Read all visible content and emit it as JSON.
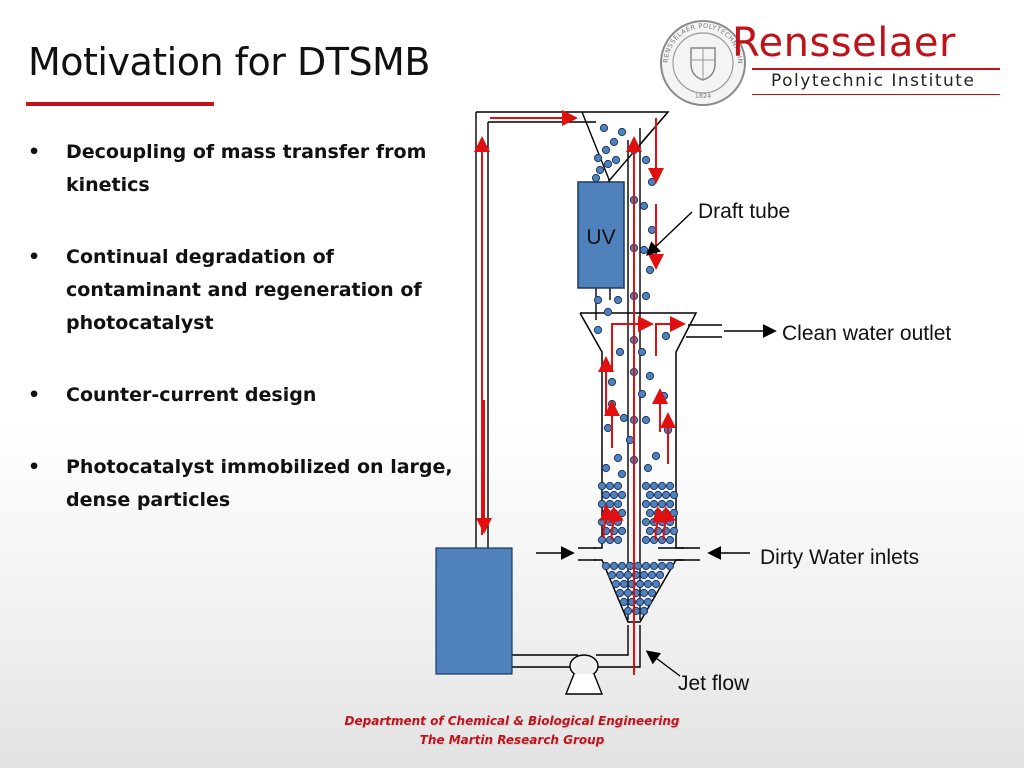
{
  "slide": {
    "title": "Motivation for DTSMB",
    "bullet_marker": "•",
    "bullets": [
      "Decoupling of mass transfer from kinetics",
      "Continual degradation of contaminant and regeneration of photocatalyst",
      "Counter-current design",
      "Photocatalyst immobilized on large, dense particles"
    ]
  },
  "logo": {
    "name": "Rensselaer",
    "subtitle": "Polytechnic Institute",
    "seal_text": "RENSSELAER POLYTECHNIC INSTITUTE",
    "seal_year": "1824",
    "color": "#c0121a"
  },
  "diagram": {
    "uv_label": "UV",
    "labels": {
      "draft_tube": "Draft tube",
      "clean_water_outlet": "Clean water outlet",
      "dirty_water_inlets": "Dirty Water inlets",
      "jet_flow": "Jet flow"
    },
    "colors": {
      "flow_arrow": "#e01010",
      "particle_fill": "#4f81bd",
      "particle_stroke": "#1f3864",
      "tank_fill": "#4f81bd"
    }
  },
  "footer": {
    "line1": "Department of Chemical & Biological Engineering",
    "line2": "The Martin Research Group"
  }
}
